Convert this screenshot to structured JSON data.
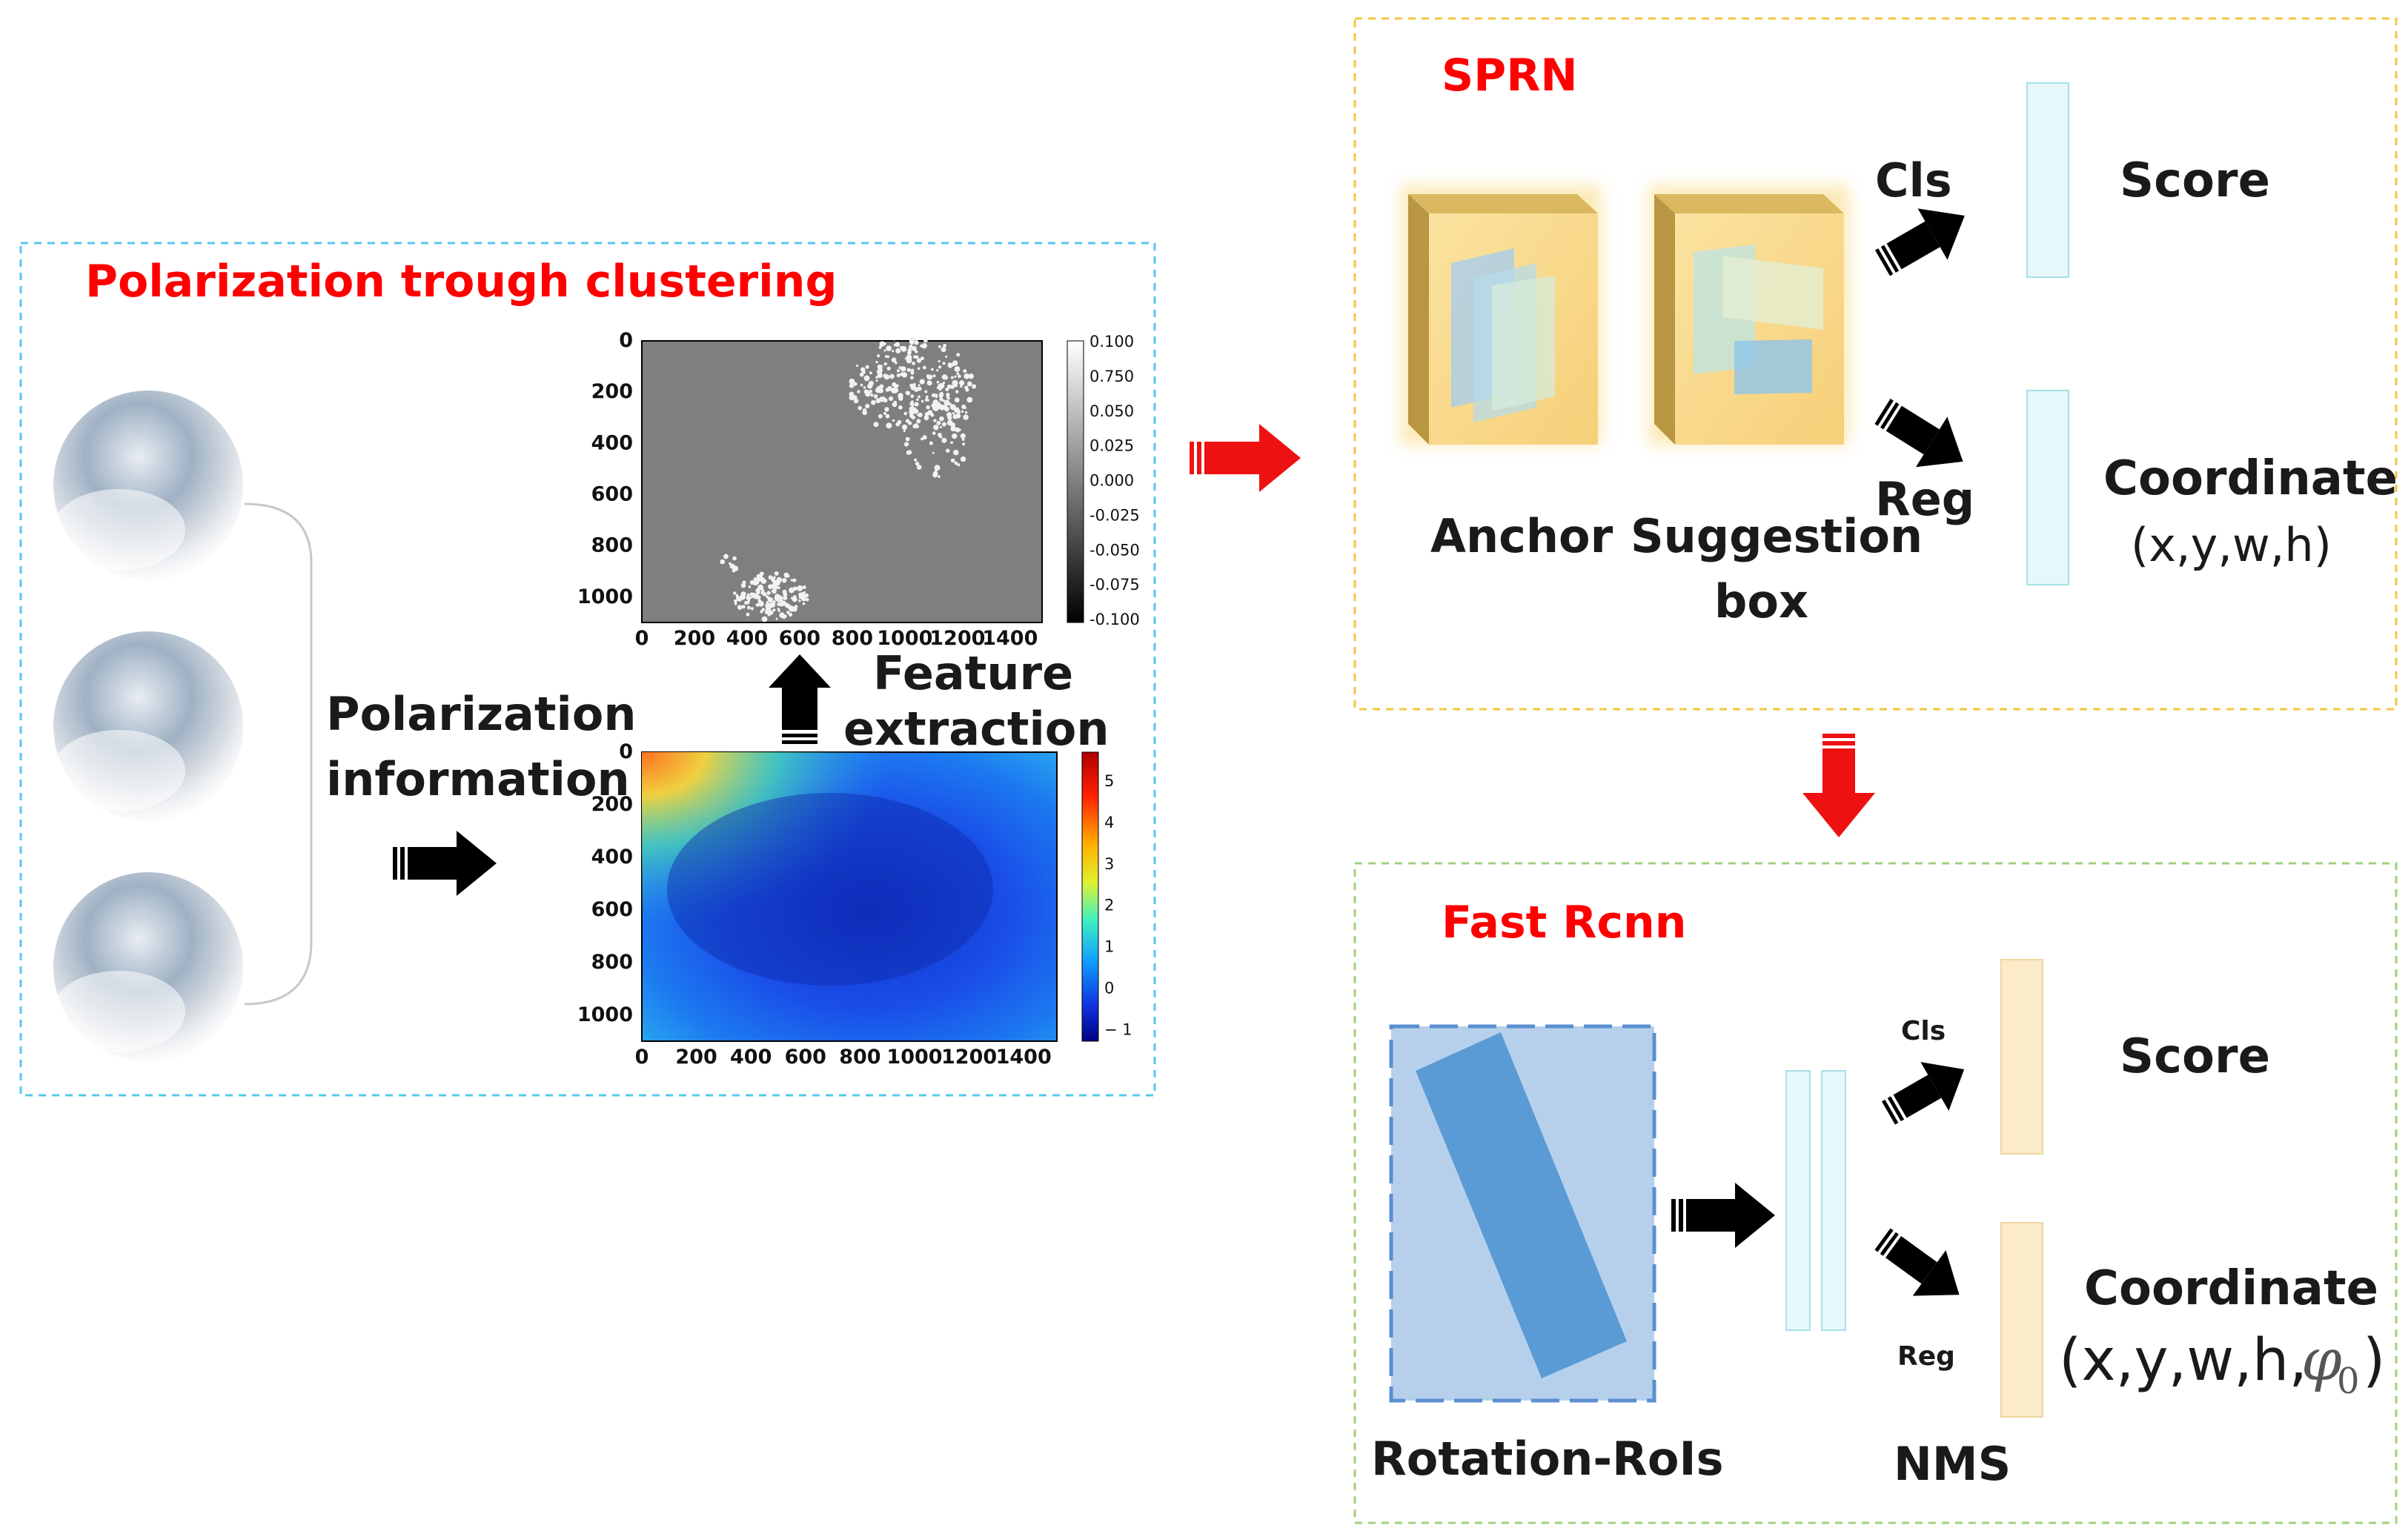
{
  "panels": {
    "clustering": {
      "title": "Polarization trough clustering",
      "border_color": "#56c7ee"
    },
    "sprn": {
      "title": "SPRN",
      "border_color": "#f4c542"
    },
    "fast_rcnn": {
      "title": "Fast Rcnn",
      "border_color": "#9ed27a"
    }
  },
  "labels": {
    "polarization_information": [
      "Polarization",
      "information"
    ],
    "feature_extraction": [
      "Feature",
      "extraction"
    ],
    "anchor": "Anchor",
    "suggestion_box": [
      "Suggestion",
      "box"
    ],
    "cls": "Cls",
    "reg": "Reg",
    "score": "Score",
    "coordinate": "Coordinate",
    "coord_tuple_sprn": "(x,y,w,h)",
    "coord_tuple_rcnn": "(x,y,w,h,",
    "phi": "φ",
    "phi_sub": "0",
    "close_paren": ")",
    "rotation_rois": "Rotation-RoIs",
    "nms": "NMS"
  },
  "heatmap_top": {
    "x_ticks": [
      "0",
      "200",
      "400",
      "600",
      "800",
      "1000",
      "1200",
      "1400"
    ],
    "y_ticks": [
      "0",
      "200",
      "400",
      "600",
      "800",
      "1000"
    ],
    "colorbar_ticks": [
      "0.100",
      "0.750",
      "0.050",
      "0.025",
      "0.000",
      "-0.025",
      "-0.050",
      "-0.075",
      "-0.100"
    ],
    "colormap": "gray"
  },
  "heatmap_bottom": {
    "x_ticks": [
      "0",
      "200",
      "400",
      "600",
      "800",
      "1000",
      "1200",
      "1400"
    ],
    "y_ticks": [
      "0",
      "200",
      "400",
      "600",
      "800",
      "1000"
    ],
    "colorbar_ticks": [
      "5",
      "4",
      "3",
      "2",
      "1",
      "0",
      "− 1"
    ],
    "colormap": "jet"
  },
  "colors": {
    "red_text": "#ff0000",
    "red_arrow": "#ee1111",
    "black_arrow": "#000000",
    "feature_bar_cyan": "#e6f8fb",
    "feature_bar_tan": "#fcebc8",
    "roi_box": "#b6d0ec",
    "roi_rect": "#5b9bd5",
    "cube_face": "#f7d58a",
    "cube_side": "#b89642"
  }
}
